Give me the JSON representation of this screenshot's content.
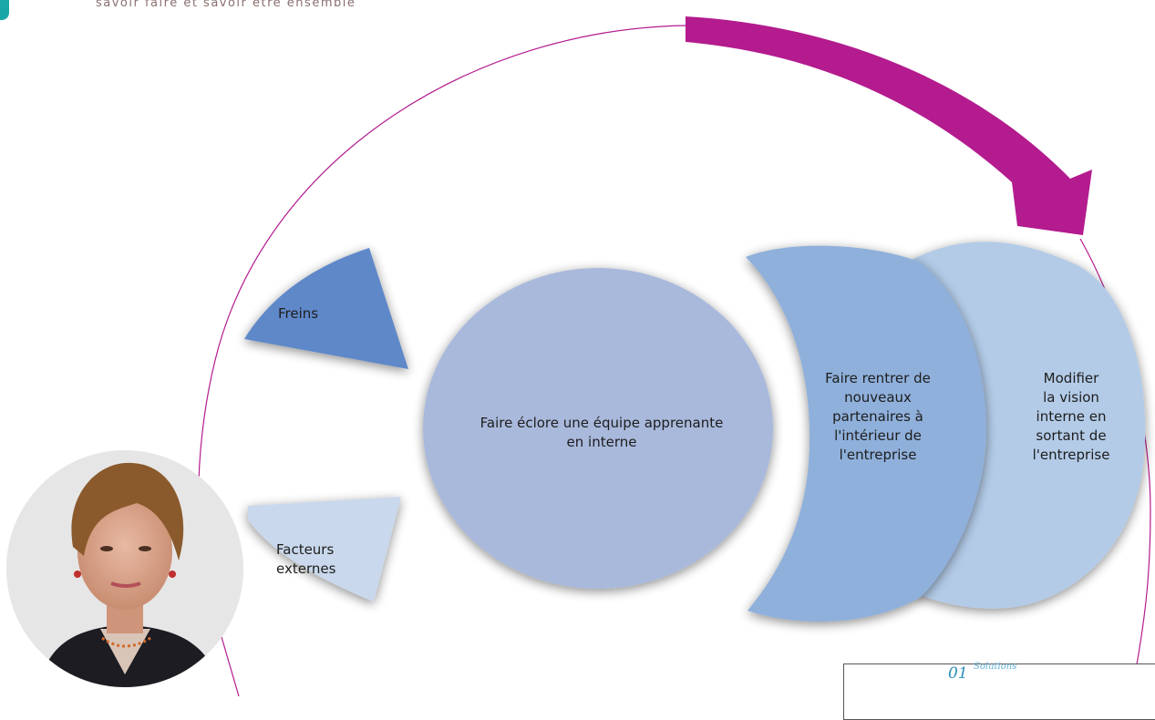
{
  "header": {
    "tagline": "savoir faire et savoir être ensemble"
  },
  "diagram": {
    "freins_label": "Freins",
    "facteurs_label": "Facteurs\nexternes",
    "center_label": "Faire éclore  une équipe apprenante\nen interne",
    "chevron1_label": "Faire rentrer de\nnouveaux\npartenaires à\nl'intérieur de\nl'entreprise",
    "chevron2_label": "Modifier\nla vision\ninterne en\nsortant de\nl'entreprise"
  },
  "logo": {
    "number": "01",
    "script_text": "Solutions"
  },
  "colors": {
    "magenta": "#b31b8e",
    "teal": "#1aa7a7",
    "freins_blue": "#5e88c9",
    "facteurs_blue": "#c9d8ec",
    "circle_blue": "#a9b9dc",
    "chevron1_blue": "#8fb0db",
    "chevron2_blue": "#b3cbe7"
  },
  "photo": {
    "icon": "portrait-photo"
  }
}
